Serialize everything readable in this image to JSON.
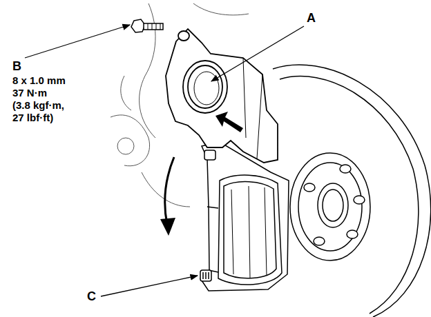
{
  "diagram": {
    "labels": [
      "A",
      "B",
      "8 x 1.0 mm 37 N·m (3.8 kgf·m, 27 lbf·ft)",
      "C"
    ]
  }
}
